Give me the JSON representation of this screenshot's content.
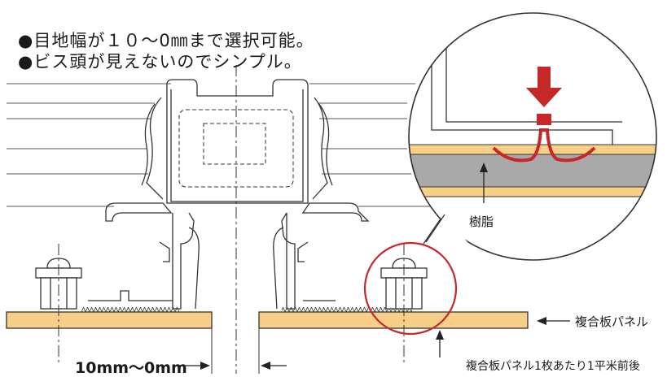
{
  "bullets": [
    "●目地幅が１０～0㎜まで選択可能。",
    "●ビス頭が見えないのでシンプル。"
  ],
  "labels": {
    "resin": "樹脂",
    "panel": "複合板パネル",
    "panel_note": "複合板パネル1枚あたり1平米前後",
    "joint_width": "10mm～0mm"
  },
  "colors": {
    "board": "#f7cf87",
    "line": "#3a3a3a",
    "accent": "#c62828",
    "resin": "#a9a9aa"
  }
}
